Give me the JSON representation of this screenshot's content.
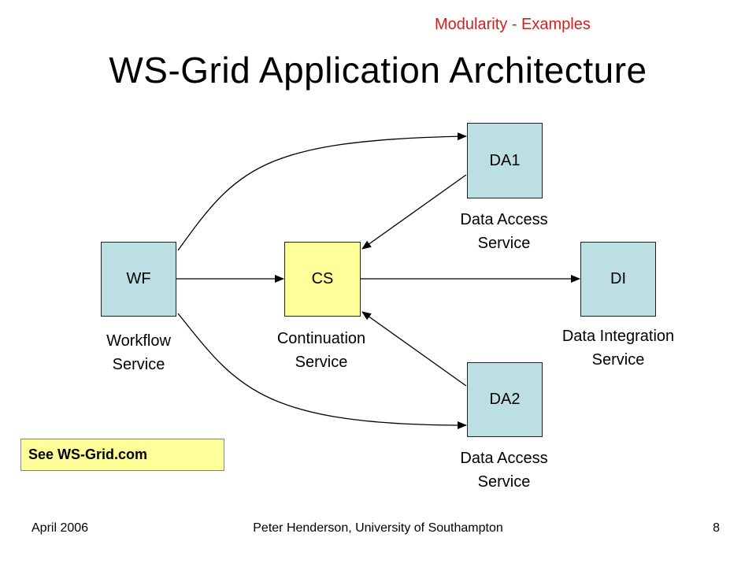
{
  "header": {
    "section_label": "Modularity - Examples",
    "title": "WS-Grid Application Architecture"
  },
  "nodes": {
    "wf": {
      "label": "WF",
      "caption": "Workflow\nService"
    },
    "cs": {
      "label": "CS",
      "caption": "Continuation\nService"
    },
    "da1": {
      "label": "DA1",
      "caption": "Data Access\nService"
    },
    "da2": {
      "label": "DA2",
      "caption": "Data Access\nService"
    },
    "di": {
      "label": "DI",
      "caption": "Data Integration\nService"
    }
  },
  "note": {
    "text": "See WS-Grid.com"
  },
  "footer": {
    "date": "April 2006",
    "author": "Peter Henderson, University of Southampton",
    "page": "8"
  },
  "colors": {
    "service_box": "#bcdfe3",
    "continuation_box": "#ffff99",
    "section_label": "#d41f1f"
  }
}
